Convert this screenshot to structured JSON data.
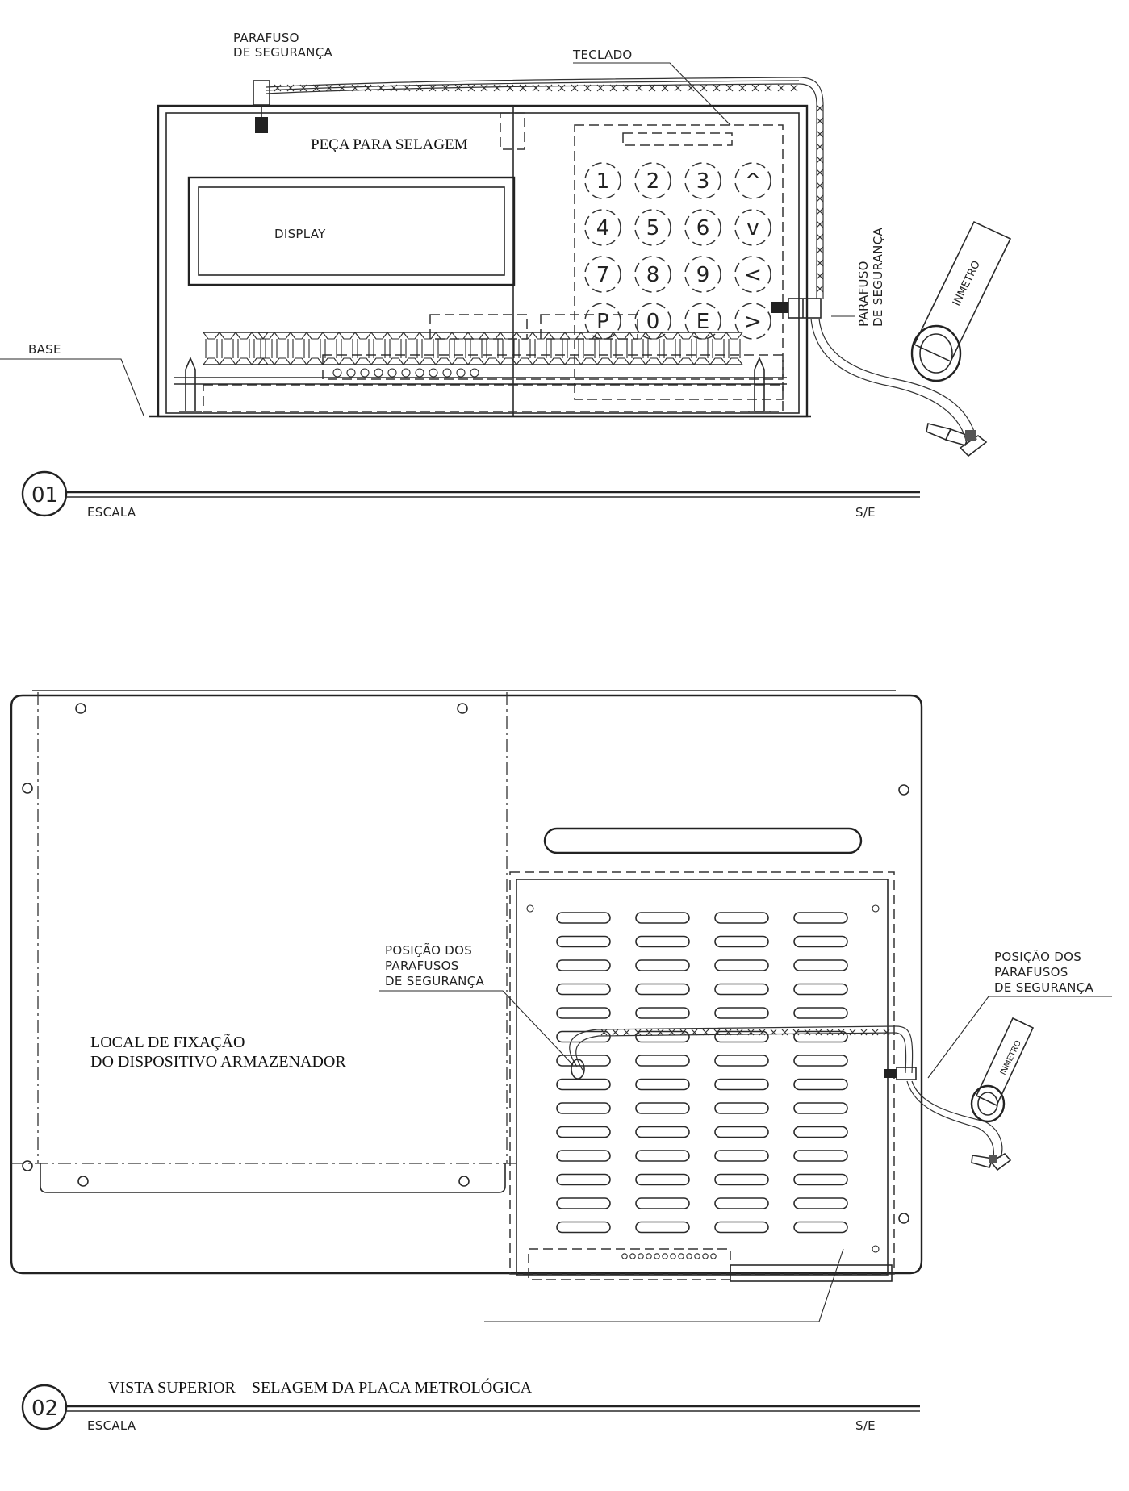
{
  "view1": {
    "security_screw_top": [
      "PARAFUSO",
      "DE SEGURANÇA"
    ],
    "keyboard_label": "TECLADO",
    "sealing_part_label": "PEÇA PARA SELAGEM",
    "display_label": "DISPLAY",
    "security_screw_right": [
      "PARAFUSO",
      "DE SEGURANÇA"
    ],
    "seal_label": "INMETRO",
    "base_label": "BASE",
    "keys": [
      "1",
      "2",
      "3",
      "^",
      "4",
      "5",
      "6",
      "v",
      "7",
      "8",
      "9",
      "<",
      "P",
      "0",
      "E",
      ">"
    ],
    "detail_number": "01",
    "scale_label": "ESCALA",
    "scale_value": "S/E"
  },
  "view2": {
    "screws_position_left": [
      "POSIÇÃO DOS",
      "PARAFUSOS",
      "DE SEGURANÇA"
    ],
    "screws_position_right": [
      "POSIÇÃO DOS",
      "PARAFUSOS",
      "DE SEGURANÇA"
    ],
    "storage_device_label": [
      "LOCAL DE FIXAÇÃO",
      "DO DISPOSITIVO ARMAZENADOR"
    ],
    "seal_label": "INMETRO",
    "view_title": "VISTA SUPERIOR – SELAGEM DA PLACA METROLÓGICA",
    "detail_number": "02",
    "scale_label": "ESCALA",
    "scale_value": "S/E"
  }
}
